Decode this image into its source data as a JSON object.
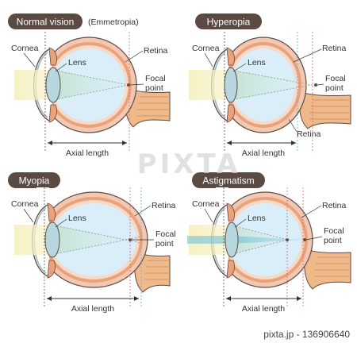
{
  "colors": {
    "pill_bg": "#5a4a42",
    "sclera": "#f3c8b2",
    "choroid": "#e9a27a",
    "retina": "#f7d9c7",
    "vitreous": "#d9eef8",
    "lens": "#b7d7e0",
    "light_beam": "#f7f1c4",
    "optic_nerve": "#f0b98a",
    "outline": "#5e4b44",
    "guide_red": "#d36a6a",
    "guide_blue": "#58b4d6"
  },
  "panels": [
    {
      "id": "normal",
      "title": "Normal vision",
      "subtitle": "(Emmetropia)",
      "labels": {
        "cornea": "Cornea",
        "lens": "Lens",
        "retina": "Retina",
        "focal": [
          "Focal",
          "point"
        ],
        "axial": "Axial length"
      }
    },
    {
      "id": "hyperopia",
      "title": "Hyperopia",
      "labels": {
        "cornea": "Cornea",
        "lens": "Lens",
        "retina": "Retina",
        "retina2": "Retina",
        "focal": [
          "Focal",
          "point"
        ],
        "axial": "Axial length"
      }
    },
    {
      "id": "myopia",
      "title": "Myopia",
      "labels": {
        "cornea": "Cornea",
        "lens": "Lens",
        "retina": "Retina",
        "focal": [
          "Focal",
          "point"
        ],
        "axial": "Axial length"
      }
    },
    {
      "id": "astigmatism",
      "title": "Astigmatism",
      "labels": {
        "cornea": "Cornea",
        "lens": "Lens",
        "retina": "Retina",
        "focal": [
          "Focal",
          "point"
        ],
        "axial": "Axial length"
      }
    }
  ],
  "watermark": "PIXTA",
  "footer": "pixta.jp - 136906640"
}
